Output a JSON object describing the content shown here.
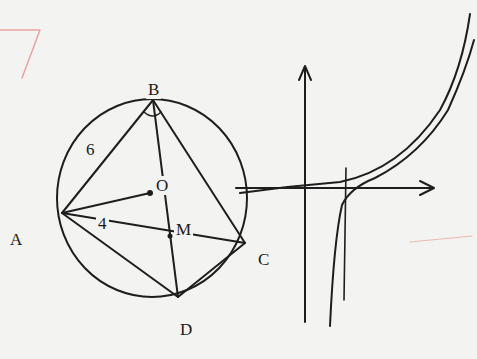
{
  "diagram": {
    "labels": [
      "B",
      "A",
      "C",
      "D",
      "O",
      "M",
      "6",
      "4"
    ]
  }
}
